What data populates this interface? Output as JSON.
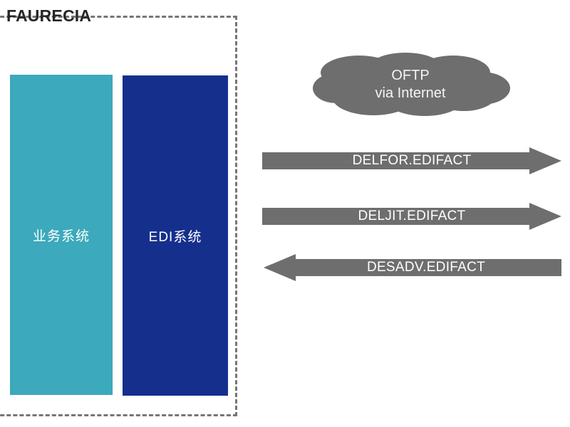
{
  "diagram": {
    "company": {
      "title": "FAURECIA",
      "boundary_style": "dashed"
    },
    "systems": [
      {
        "id": "business",
        "label": "业务系统",
        "color": "#3CA9BC"
      },
      {
        "id": "edi",
        "label": "EDI系统",
        "color": "#152F8C"
      }
    ],
    "network": {
      "protocol": "OFTP",
      "transport": "via Internet",
      "color": "#6E6E6E"
    },
    "messages": [
      {
        "id": "delfor",
        "label": "DELFOR.EDIFACT",
        "direction": "right",
        "color": "#6E6E6E"
      },
      {
        "id": "deljit",
        "label": "DELJIT.EDIFACT",
        "direction": "right",
        "color": "#6E6E6E"
      },
      {
        "id": "desadv",
        "label": "DESADV.EDIFACT",
        "direction": "left",
        "color": "#6E6E6E"
      }
    ],
    "palette": {
      "teal": "#3CA9BC",
      "blue": "#152F8C",
      "gray": "#6E6E6E",
      "title_text": "#262626",
      "background": "#FFFFFF"
    }
  }
}
